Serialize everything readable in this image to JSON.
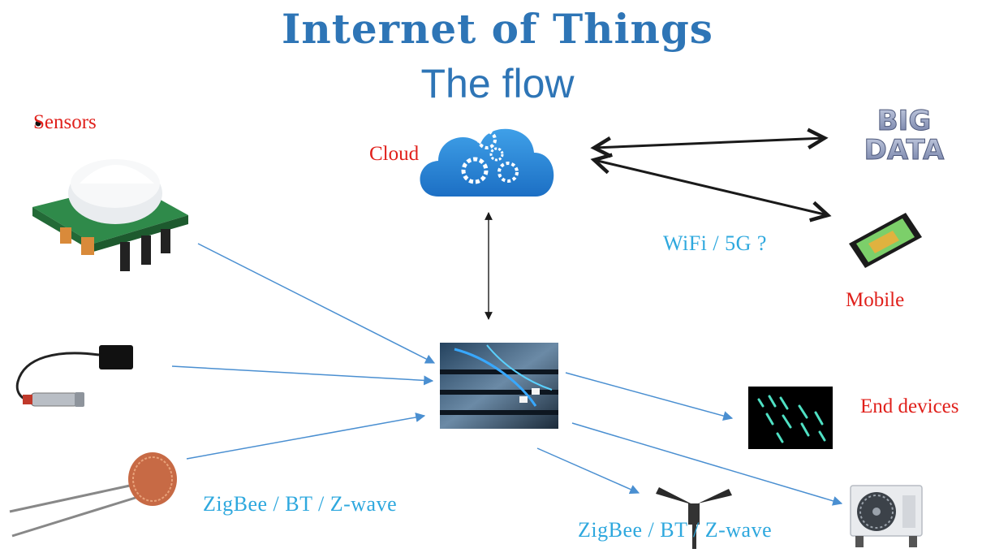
{
  "title": "Internet of Things",
  "subtitle": "The flow",
  "labels": {
    "sensors": "Sensors",
    "cloud": "Cloud",
    "wifi": "WiFi / 5G ?",
    "mobile": "Mobile",
    "end_devices": "End devices",
    "protocol_left": "ZigBee / BT / Z-wave",
    "protocol_bottom": "ZigBee / BT / Z-wave"
  },
  "big_data_logo": "BIG DATA",
  "colors": {
    "title": "#2E75B6",
    "label_red": "#E0201B",
    "label_blue": "#2EA8DE",
    "arrow_blue": "#4A8FD1",
    "arrow_black": "#1a1a1a"
  },
  "icons": [
    "pir-sensor-icon",
    "temperature-probe-icon",
    "photoresistor-icon",
    "cloud-gears-icon",
    "gateway-server-icon",
    "big-data-icon",
    "tablet-icon",
    "led-lights-icon",
    "ceiling-fan-icon",
    "air-conditioner-icon"
  ]
}
